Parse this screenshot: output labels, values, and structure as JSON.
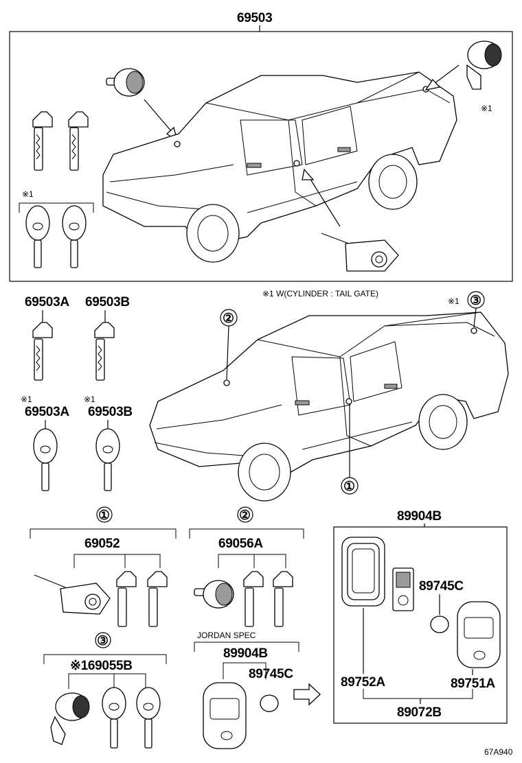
{
  "assembly": {
    "main_part": "69503",
    "note_w_cylinder": "※1 W(CYLINDER : TAIL GATE)",
    "footnote_mark_1": "※1",
    "footnote_mark_2": "※1"
  },
  "keys": {
    "key_a_label": "69503A",
    "key_b_label": "69503B",
    "key_a_alt_mark": "※1",
    "key_a_alt_label": "69503A",
    "key_b_alt_mark": "※1",
    "key_b_alt_label": "69503B"
  },
  "callouts": {
    "c1": "①",
    "c2": "②",
    "c3": "③",
    "c3_mark": "※1",
    "c1_bottom": "①"
  },
  "groups": {
    "g1_num": "①",
    "g1_part": "69052",
    "g2_num": "②",
    "g2_part": "69056A",
    "g3_num": "③",
    "g3_part": "※169055B",
    "jordan_note": "JORDAN SPEC",
    "jordan_part": "89904B",
    "jordan_sub": "89745C",
    "remote_box_title": "89904B",
    "remote_battery": "89745C",
    "remote_case": "89752A",
    "remote_cover": "89751A",
    "remote_sum": "89072B"
  },
  "figure_id": "67A940"
}
